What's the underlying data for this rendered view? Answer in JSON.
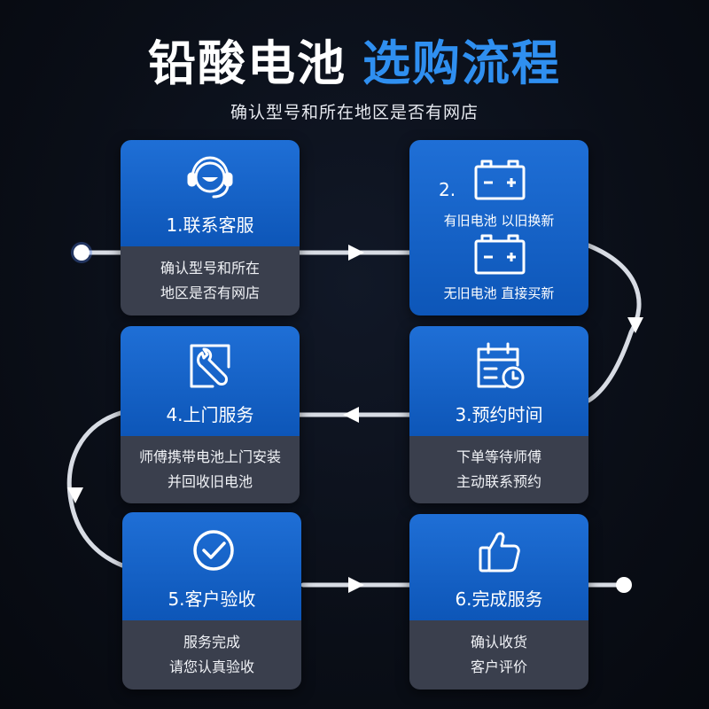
{
  "header": {
    "title_main": "铅酸电池",
    "title_accent": "选购流程",
    "subtitle": "确认型号和所在地区是否有网店"
  },
  "colors": {
    "accent": "#2f8ff0",
    "card_top": "#1464c8",
    "card_bottom": "#3a3f4d",
    "background": "#0a0e17"
  },
  "steps": [
    {
      "title": "1.联系客服",
      "lines": [
        "确认型号和所在",
        "地区是否有网店"
      ],
      "icon": "customer-service-icon"
    },
    {
      "number": "2.",
      "option_with_old": "有旧电池 以旧换新",
      "option_without_old": "无旧电池 直接买新",
      "icon": "battery-icon"
    },
    {
      "title": "3.预约时间",
      "lines": [
        "下单等待师傅",
        "主动联系预约"
      ],
      "icon": "calendar-clock-icon"
    },
    {
      "title": "4.上门服务",
      "lines": [
        "师傅携带电池上门安装",
        "并回收旧电池"
      ],
      "icon": "wrench-icon"
    },
    {
      "title": "5.客户验收",
      "lines": [
        "服务完成",
        "请您认真验收"
      ],
      "icon": "check-circle-icon"
    },
    {
      "title": "6.完成服务",
      "lines": [
        "确认收货",
        "客户评价"
      ],
      "icon": "thumbs-up-icon"
    }
  ]
}
